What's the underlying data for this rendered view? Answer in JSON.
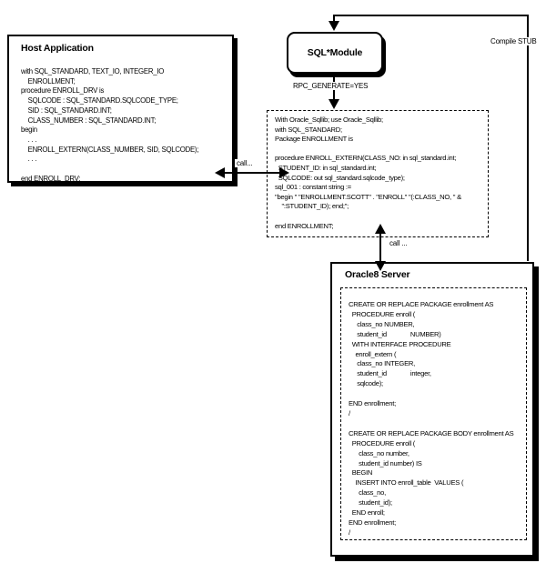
{
  "diagram": {
    "host_box": {
      "title": "Host Application",
      "code": "with SQL_STANDARD, TEXT_IO, INTEGER_IO\n    ENROLLMENT;\nprocedure ENROLL_DRV is\n    SQLCODE : SQL_STANDARD.SQLCODE_TYPE;\n    SID : SQL_STANDARD.INT;\n    CLASS_NUMBER : SQL_STANDARD.INT;\nbegin\n    . . .\n    ENROLL_EXTERN(CLASS_NUMBER, SID, SQLCODE);\n    . . .\n\nend ENROLL_DRV;"
    },
    "module_box": {
      "title": "SQL*Module"
    },
    "generated_code_box": {
      "code": "With Oracle_Sqllib; use Oracle_Sqllib;\nwith SQL_STANDARD;\nPackage ENROLLMENT is\n\nprocedure ENROLL_EXTERN(CLASS_NO: in sql_standard.int;\n  STUDENT_ID: in sql_standard.int;\n  SQLCODE: out sql_standard.sqlcode_type);\nsql_001 : constant string :=\n\"begin \" \"ENROLLMENT.SCOTT\" . \"ENROLL\" \"(:CLASS_NO, \" &\n    \":STUDENT_ID); end;\";\n\nend ENROLLMENT;"
    },
    "server_box": {
      "title": "Oracle8 Server",
      "code": "CREATE OR REPLACE PACKAGE enrollment AS\n  PROCEDURE enroll (\n     class_no NUMBER,\n     student_id              NUMBER)\n  WITH INTERFACE PROCEDURE\n    enroll_extern (\n     class_no INTEGER,\n     student_id              integer,\n     sqlcode);\n\nEND enrollment;\n/\n\nCREATE OR REPLACE PACKAGE BODY enrollment AS\n  PROCEDURE enroll (\n      class_no number,\n      student_id number) IS\n  BEGIN\n    INSERT INTO enroll_table  VALUES (\n      class_no,\n      student_id);\n  END enroll;\nEND enrollment;\n/"
    },
    "labels": {
      "compile_stub": "Compile STUB",
      "rpc_generate": "RPC_GENERATE=YES",
      "call_left": "call...",
      "call_right": "call ..."
    },
    "colors": {
      "line": "#000000",
      "background": "#ffffff"
    }
  }
}
